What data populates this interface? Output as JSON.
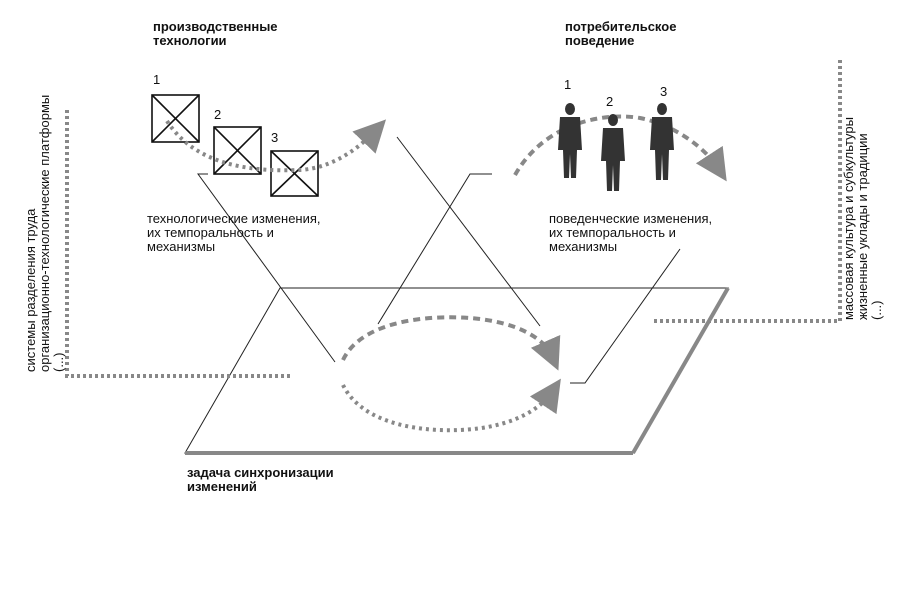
{
  "heading_tech": {
    "line1": "производственные",
    "line2": "технологии"
  },
  "heading_consumer": {
    "line1": "потребительское",
    "line2": "поведение"
  },
  "tech_changes": {
    "line1": "технологические изменения,",
    "line2": "их темпоральность и",
    "line3": "механизмы"
  },
  "behavior_changes": {
    "line1": "поведенческие изменения,",
    "line2": "их темпоральность и",
    "line3": "механизмы"
  },
  "sync_task": {
    "line1": "задача синхронизации",
    "line2": "изменений"
  },
  "left_vertical": {
    "line1": "системы разделения труда",
    "line2": "организационно-технологические платформы",
    "line3": "(...)"
  },
  "right_vertical": {
    "line1": "массовая культура и субкультуры",
    "line2": "жизненные уклады и традиции",
    "line3": "(...)"
  },
  "tech_numbers": [
    "1",
    "2",
    "3"
  ],
  "people_numbers": [
    "1",
    "2",
    "3"
  ],
  "colors": {
    "line": "#222222",
    "arrow_gray": "#888888",
    "plane_edge": "#888888",
    "figure": "#333333"
  }
}
